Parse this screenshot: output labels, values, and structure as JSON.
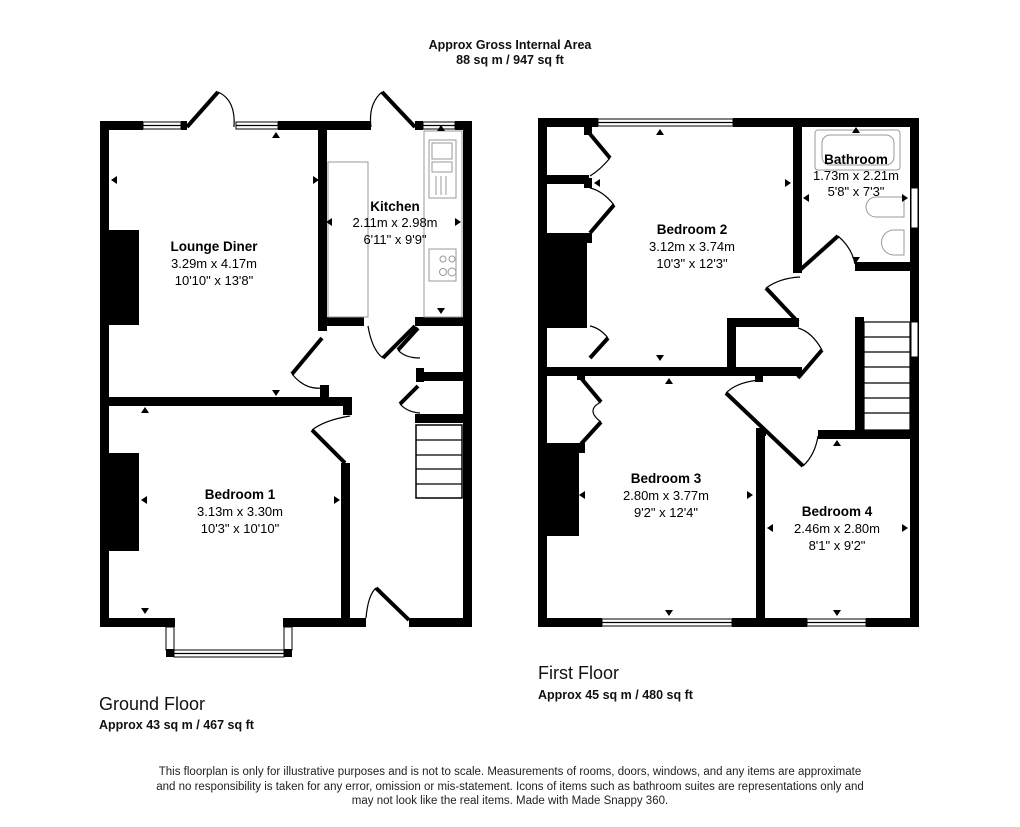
{
  "header": {
    "title": "Approx Gross Internal Area",
    "total_area": "88 sq m / 947 sq ft"
  },
  "ground_floor": {
    "title": "Ground Floor",
    "area": "Approx 43 sq m / 467 sq ft",
    "rooms": [
      {
        "name": "Lounge Diner",
        "metric": "3.29m x 4.17m",
        "imperial": "10'10\" x 13'8\""
      },
      {
        "name": "Kitchen",
        "metric": "2.11m x 2.98m",
        "imperial": "6'11\" x 9'9\""
      },
      {
        "name": "Bedroom 1",
        "metric": "3.13m x 3.30m",
        "imperial": "10'3\" x 10'10\""
      }
    ]
  },
  "first_floor": {
    "title": "First Floor",
    "area": "Approx 45 sq m / 480 sq ft",
    "rooms": [
      {
        "name": "Bedroom 2",
        "metric": "3.12m x 3.74m",
        "imperial": "10'3\" x 12'3\""
      },
      {
        "name": "Bathroom",
        "metric": "1.73m x 2.21m",
        "imperial": "5'8\" x 7'3\""
      },
      {
        "name": "Bedroom 3",
        "metric": "2.80m x 3.77m",
        "imperial": "9'2\" x 12'4\""
      },
      {
        "name": "Bedroom 4",
        "metric": "2.46m x 2.80m",
        "imperial": "8'1\" x 9'2\""
      }
    ]
  },
  "disclaimer": {
    "line1": "This floorplan is only for illustrative purposes and is not to scale. Measurements of rooms, doors, windows, and any items are approximate",
    "line2": "and no responsibility is taken for any error, omission or mis-statement. Icons of items such as bathroom suites are representations only and",
    "line3": "may not look like the real items. Made with Made Snappy 360."
  },
  "colors": {
    "wall": "#000000",
    "background": "#ffffff",
    "fixture_outline": "#999999"
  },
  "icons": [
    "dimension-arrow-icon",
    "door-swing-icon",
    "window-icon",
    "staircase-icon",
    "sink-icon",
    "hob-icon",
    "bath-icon",
    "toilet-icon",
    "basin-icon"
  ]
}
